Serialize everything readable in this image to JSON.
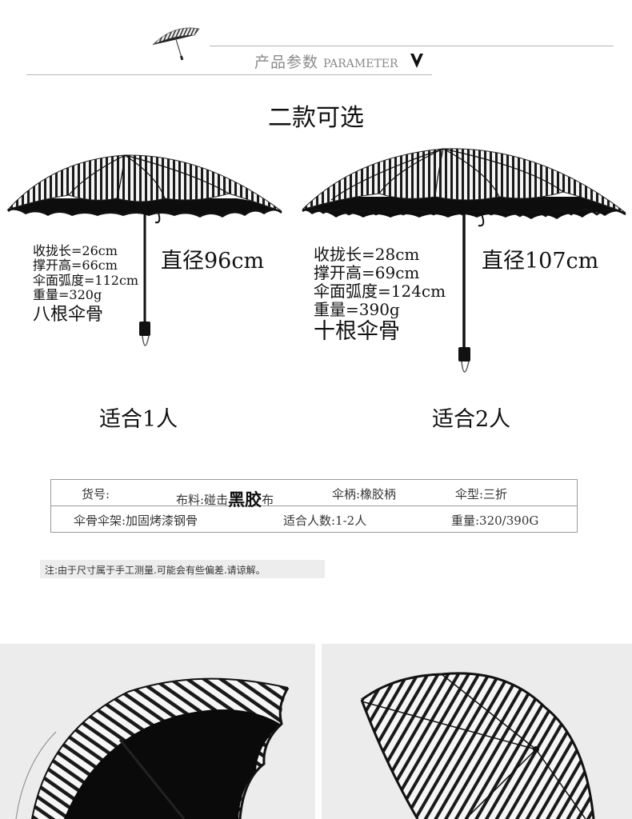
{
  "header": {
    "title_cn": "产品参数",
    "title_en": "PARAMETER",
    "icon": "umbrella-icon",
    "arrow_icon": "down-arrow-icon"
  },
  "options_title": "二款可选",
  "products": [
    {
      "specs": [
        "收拢长=26cm",
        "撑开高=66cm",
        "伞面弧度=112cm",
        "重量=320g"
      ],
      "ribs": "八根伞骨",
      "diameter": "直径96cm",
      "fit": "适合1人"
    },
    {
      "specs": [
        "收拢长=28cm",
        "撑开高=69cm",
        "伞面弧度=124cm",
        "重量=390g"
      ],
      "ribs": "十根伞骨",
      "diameter": "直径107cm",
      "fit": "适合2人"
    }
  ],
  "param_table": {
    "item_no_label": "货号:",
    "fabric_label": "布料:",
    "fabric_pre": "碰击",
    "fabric_emph": "黑胶",
    "fabric_post": "布",
    "handle": "伞柄:橡胶柄",
    "type": "伞型:三折",
    "frame": "伞骨伞架:加固烤漆钢骨",
    "capacity": "适合人数:1-2人",
    "weight": "重量:320/390G"
  },
  "note": "注:由于尺寸属于手工测量.可能会有些偏差.请谅解。",
  "colors": {
    "stripe": "#1a1a1a",
    "canopy_white": "#f4f4f4",
    "underside": "#0d0d0d",
    "rule_gray": "#b5b5b5",
    "photo_bg": "#ececec"
  }
}
